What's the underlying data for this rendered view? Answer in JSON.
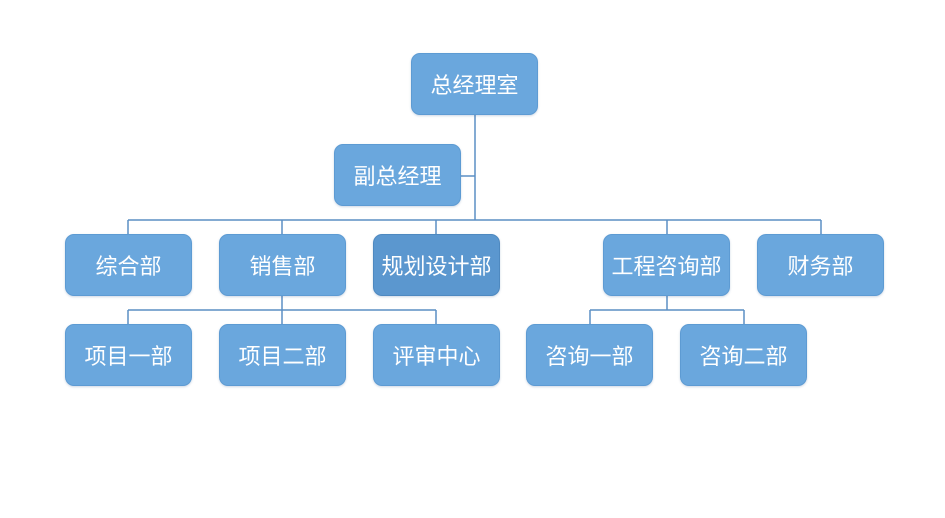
{
  "org_chart": {
    "root": "总经理室",
    "deputy": "副总经理",
    "departments": [
      "综合部",
      "销售部",
      "规划设计部",
      "工程咨询部",
      "财务部"
    ],
    "sales_subunits": [
      "项目一部",
      "项目二部",
      "评审中心"
    ],
    "consulting_subunits": [
      "咨询一部",
      "咨询二部"
    ]
  },
  "colors": {
    "node_fill": "#6aa7dd",
    "node_fill_highlight": "#5b97cf",
    "connector": "#5b8fc4"
  }
}
